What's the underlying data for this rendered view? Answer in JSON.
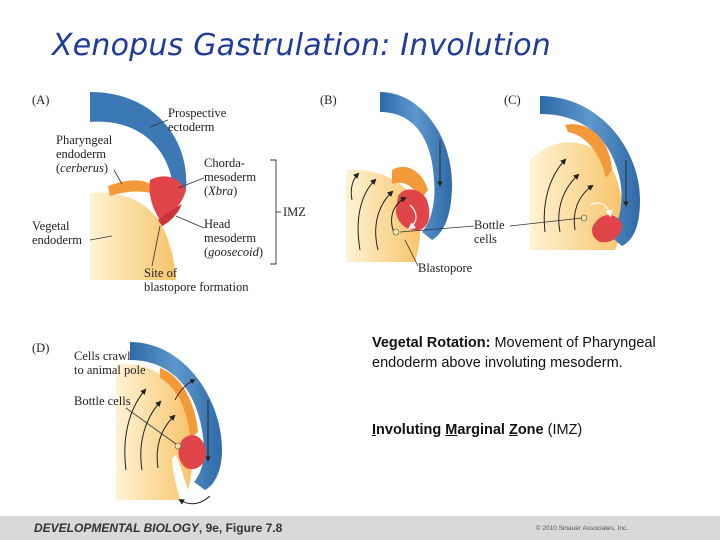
{
  "title": "Xenopus Gastrulation: Involution",
  "panels": {
    "a": "(A)",
    "b": "(B)",
    "c": "(C)",
    "d": "(D)"
  },
  "labels_a": {
    "prospective": "Prospective",
    "ectoderm": "ectoderm",
    "pharyngeal": "Pharyngeal",
    "endoderm": "endoderm",
    "cerberus_open": "(",
    "cerberus": "cerberus",
    "cerberus_close": ")",
    "chorda": "Chorda-",
    "mesoderm": "mesoderm",
    "xbra_open": "(",
    "xbra": "Xbra",
    "xbra_close": ")",
    "imz": "IMZ",
    "head": "Head",
    "head_mesoderm": "mesoderm",
    "goosecoid_open": "(",
    "goosecoid": "goosecoid",
    "goosecoid_close": ")",
    "vegetal": "Vegetal",
    "vegetal_endoderm": "endoderm",
    "site_of": "Site of",
    "blastopore_formation": "blastopore formation"
  },
  "labels_bc": {
    "bottle": "Bottle",
    "cells": "cells",
    "blastopore": "Blastopore"
  },
  "labels_d": {
    "cells_crawl": "Cells crawl",
    "to_animal_pole": "to animal pole",
    "bottle_cells": "Bottle cells"
  },
  "notes": {
    "vegetal_rotation_head": "Vegetal Rotation:",
    "vegetal_rotation_text": " Movement of Pharyngeal endoderm above involuting mesoderm.",
    "imz_i": "I",
    "imz_nvoluting": "nvoluting ",
    "imz_m": "M",
    "imz_arginal": "arginal ",
    "imz_z": "Z",
    "imz_one": "one",
    "imz_abbr": " (IMZ)"
  },
  "footer": {
    "book": "DEVELOPMENTAL BIOLOGY",
    "edition": ", 9e, Figure 7.8",
    "copyright": "© 2010 Sinauer Associates, Inc."
  },
  "colors": {
    "title": "#1f3c9a",
    "ectoderm_blue": "#3c78b4",
    "endoderm_yellow": "#fbd38c",
    "mesoderm_red": "#e0454a",
    "pharyngeal_orange": "#f29a3a"
  }
}
